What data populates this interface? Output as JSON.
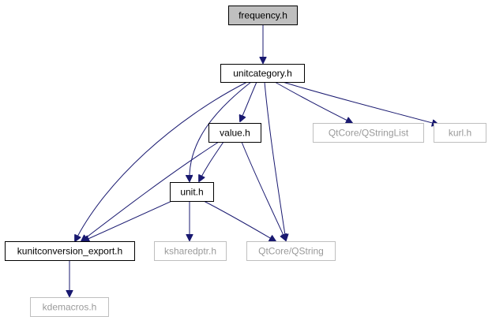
{
  "nodes": {
    "frequency_h": "frequency.h",
    "unitcategory_h": "unitcategory.h",
    "value_h": "value.h",
    "qstringlist": "QtCore/QStringList",
    "kurl_h": "kurl.h",
    "unit_h": "unit.h",
    "export_h": "kunitconversion_export.h",
    "ksharedptr_h": "ksharedptr.h",
    "qstring": "QtCore/QString",
    "kdemacros_h": "kdemacros.h"
  },
  "colors": {
    "edge": "#191970",
    "focus_fill": "#bfbfbf",
    "light_border": "#bfbfbf",
    "dark_border": "#000000"
  }
}
